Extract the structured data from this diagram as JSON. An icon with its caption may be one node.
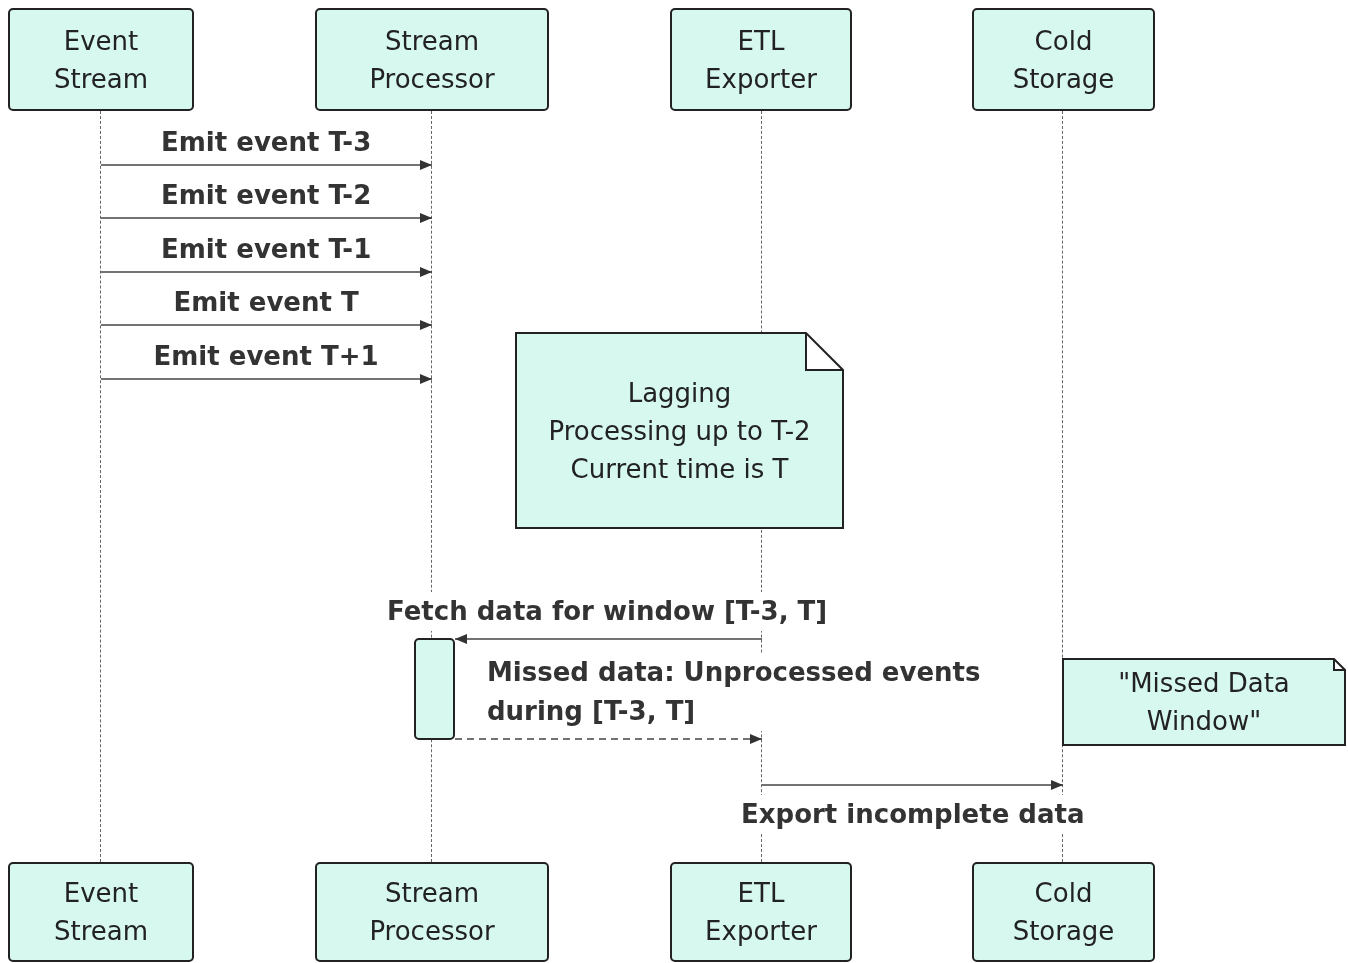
{
  "diagram": {
    "nodes": [
      {
        "text": [
          "Event Stream"
        ]
      },
      {
        "text": [
          "Stream Processor"
        ]
      },
      {
        "text": [
          "ETL Exporter"
        ]
      },
      {
        "text": [
          "Cold Storage"
        ]
      },
      {
        "text": [],
        "shape": "line"
      },
      {
        "text": [],
        "shape": "line"
      },
      {
        "text": [],
        "shape": "line"
      },
      {
        "text": [],
        "shape": "line"
      },
      {
        "text": [
          "Lagging",
          "Processing up to T-2",
          "Current time is T"
        ]
      },
      {
        "text": [],
        "shape": "bar"
      },
      {
        "text": [
          "\"Missed Data Window\""
        ]
      },
      {
        "text": [
          "Event Stream"
        ]
      },
      {
        "text": [
          "Stream Processor"
        ]
      },
      {
        "text": [
          "ETL Exporter"
        ]
      },
      {
        "text": [
          "Cold Storage"
        ]
      }
    ],
    "edges": [
      {
        "from": 4,
        "to": 5,
        "arrow": "to",
        "label": "Emit event T-3"
      },
      {
        "from": 4,
        "to": 5,
        "arrow": "to",
        "label": "Emit event T-2"
      },
      {
        "from": 4,
        "to": 5,
        "arrow": "to",
        "label": "Emit event T-1"
      },
      {
        "from": 4,
        "to": 5,
        "arrow": "to",
        "label": "Emit event T"
      },
      {
        "from": 4,
        "to": 5,
        "arrow": "to",
        "label": "Emit event T+1"
      },
      {
        "from": 6,
        "to": 9,
        "arrow": "to",
        "label": "Fetch data for window [T-3, T]"
      },
      {
        "from": 9,
        "to": 6,
        "arrow": "to",
        "style": "dashed",
        "label": "Missed data: Unprocessed events during [T-3, T]"
      },
      {
        "from": 6,
        "to": 7,
        "arrow": "to",
        "label": "Export incomplete data"
      }
    ]
  }
}
